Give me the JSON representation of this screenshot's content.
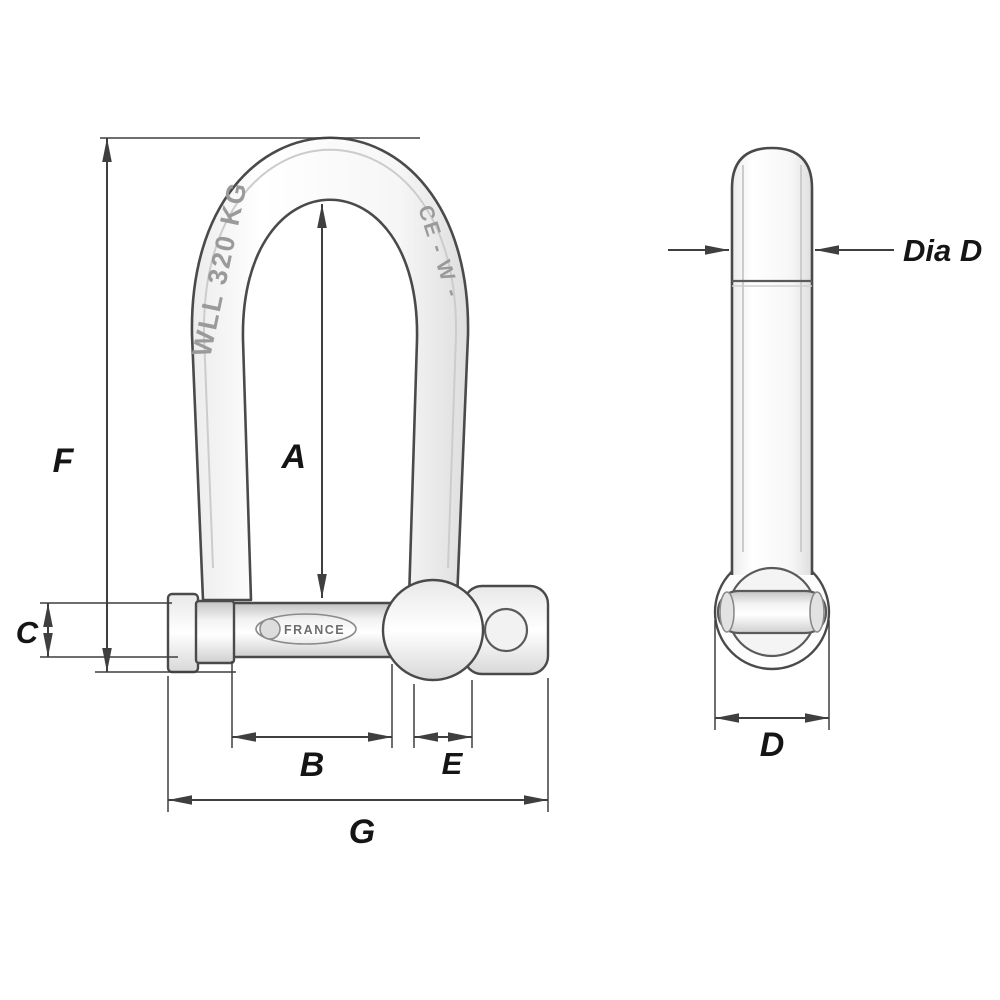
{
  "diagram": {
    "kind": "shackle-technical-drawing",
    "background": "#ffffff",
    "front_view": {
      "markings": {
        "wll_text": "WLL 320 KG",
        "ce_text": "CE - W -",
        "pin_brand_text": "FRANCE"
      },
      "dimension_labels": {
        "A": "A",
        "B": "B",
        "C": "C",
        "E": "E",
        "F": "F",
        "G": "G"
      }
    },
    "side_view": {
      "dimension_labels": {
        "dia_d": "Dia D",
        "D": "D"
      }
    },
    "colors": {
      "outline": "#4a4a4a",
      "dimension": "#3f3f3f",
      "label": "#151515",
      "engraving": "#9a9a9a",
      "metal_shade": "#dedede",
      "background": "#ffffff"
    }
  }
}
